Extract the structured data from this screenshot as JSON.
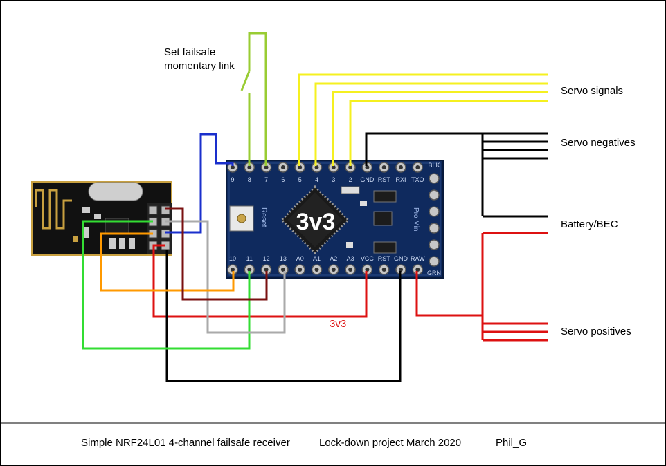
{
  "labels": {
    "switch_line1": "Set failsafe",
    "switch_line2": "momentary link",
    "servo_signals": "Servo signals",
    "servo_negatives": "Servo negatives",
    "battery_bec": "Battery/BEC",
    "servo_positives": "Servo positives",
    "supply_3v3": "3v3"
  },
  "board": {
    "chip_label": "3v3",
    "reset_label": "Reset",
    "top_pins": [
      "9",
      "8",
      "7",
      "6",
      "5",
      "4",
      "3",
      "2",
      "GND",
      "RST",
      "RXI",
      "TXO"
    ],
    "top_corner": "BLK",
    "bottom_pins": [
      "10",
      "11",
      "12",
      "13",
      "A0",
      "A1",
      "A2",
      "A3",
      "VCC",
      "RST",
      "GND",
      "RAW"
    ],
    "bottom_corner": "GRN",
    "side_text": "Pro Mini"
  },
  "footer": {
    "title": "Simple NRF24L01 4-channel failsafe receiver",
    "project": "Lock-down project March 2020",
    "author": "Phil_G"
  },
  "colors": {
    "blue": "#1a2fcc",
    "green": "#33dd33",
    "olive": "#99cc33",
    "yellow": "#ffff33",
    "black": "#000000",
    "red": "#dd1111",
    "orange": "#ff9900",
    "maroon": "#7a1010",
    "grey": "#aaaaaa"
  }
}
